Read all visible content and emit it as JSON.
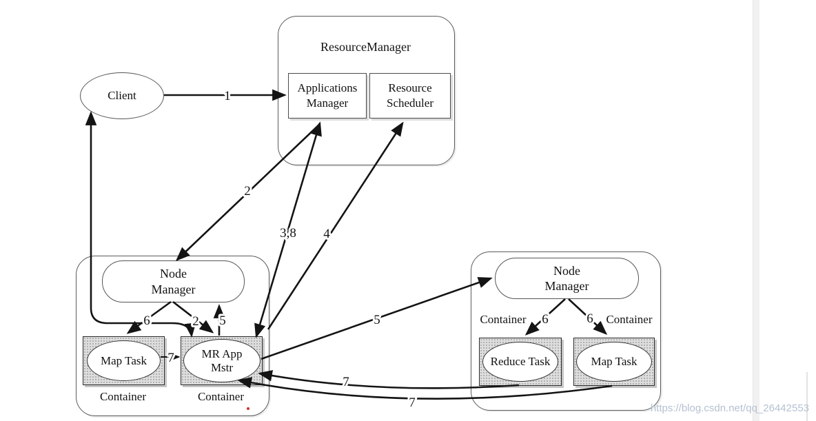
{
  "client": {
    "label": "Client"
  },
  "rm": {
    "title": "ResourceManager",
    "apps_mgr": "Applications Manager",
    "scheduler": "Resource Scheduler"
  },
  "left_node": {
    "nm": "Node Manager",
    "map_task": "Map Task",
    "app_mstr": "MR App Mstr",
    "container_a": "Container",
    "container_b": "Container"
  },
  "right_node": {
    "nm": "Node Manager",
    "reduce_task": "Reduce Task",
    "map_task": "Map Task",
    "container_a": "Container",
    "container_b": "Container"
  },
  "arrows": {
    "submit": "1",
    "schedule": "2",
    "launch_am": "2",
    "register_allocate": "3,8",
    "request_resources": "4",
    "notify_own_nm": "5",
    "start_remote_container": "5",
    "launch_map": "6",
    "launch_reduce": "6",
    "launch_remote_map": "6",
    "map_progress": "7",
    "reduce_progress": "7",
    "remote_map_progress": "7"
  },
  "watermark": "https://blog.csdn.net/qq_26442553",
  "colors": {
    "stroke": "#141414",
    "container_fill": "#dedede",
    "watermark": "#b6c1d2"
  }
}
